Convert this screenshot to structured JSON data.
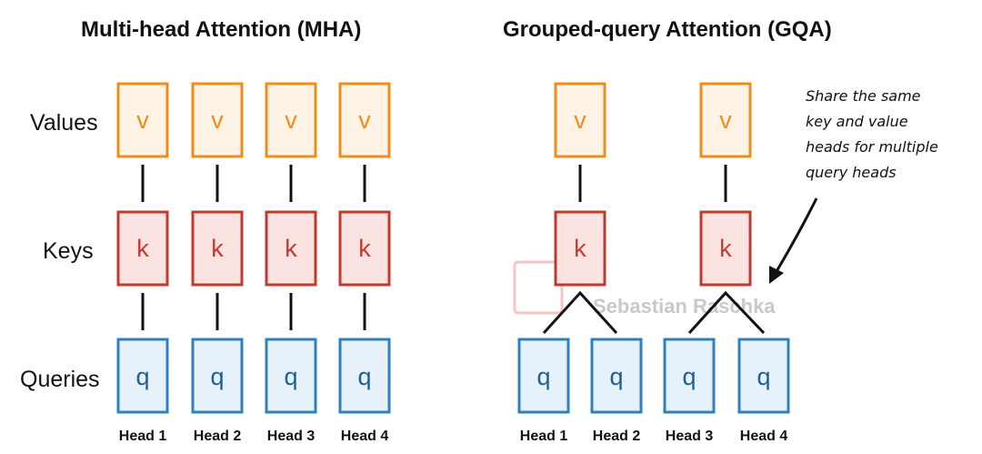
{
  "titles": {
    "mha": "Multi-head Attention (MHA)",
    "gqa": "Grouped-query Attention (GQA)"
  },
  "row_labels": {
    "values": "Values",
    "keys": "Keys",
    "queries": "Queries"
  },
  "box_letters": {
    "value": "v",
    "key": "k",
    "query": "q"
  },
  "mha": {
    "heads": [
      "Head 1",
      "Head 2",
      "Head 3",
      "Head 4"
    ]
  },
  "gqa": {
    "heads": [
      "Head 1",
      "Head 2",
      "Head 3",
      "Head 4"
    ],
    "groups": 2
  },
  "annotation": {
    "lines": [
      "Share the same",
      "key and value",
      "heads for multiple",
      "query heads"
    ]
  },
  "watermark": "Sebastian Raschka",
  "colors": {
    "value": "#f08c1a",
    "key": "#c23a2e",
    "query": "#2f80bf"
  }
}
